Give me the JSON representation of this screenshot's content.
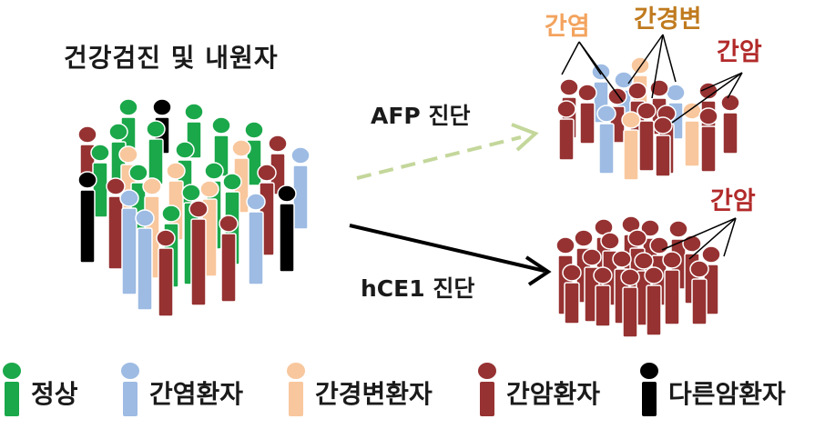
{
  "title": "건강검진 및 내원자",
  "arrows": {
    "afp_label": "AFP 진단",
    "hce1_label": "hCE1 진단"
  },
  "groups": {
    "hepatitis": "간염",
    "cirrhosis": "간경변",
    "hcc_top": "간암",
    "hcc_bottom": "간암"
  },
  "legend": [
    {
      "label": "정상",
      "color": "#1aa84a"
    },
    {
      "label": "간염환자",
      "color": "#9dbbe3"
    },
    {
      "label": "간경변환자",
      "color": "#f8c79d"
    },
    {
      "label": "간암환자",
      "color": "#963232"
    },
    {
      "label": "다른암환자",
      "color": "#000000"
    }
  ],
  "colors": {
    "normal": "#1aa84a",
    "hepatitis": "#9dbbe3",
    "cirrhosis": "#f8c79d",
    "hcc": "#963232",
    "other_cancer": "#000000",
    "afp_arrow": "#c4d79b",
    "hce1_arrow": "#000000",
    "hepatitis_text": "#f3a35e",
    "cirrhosis_text": "#c07a1e",
    "hcc_text": "#b22a2a"
  }
}
